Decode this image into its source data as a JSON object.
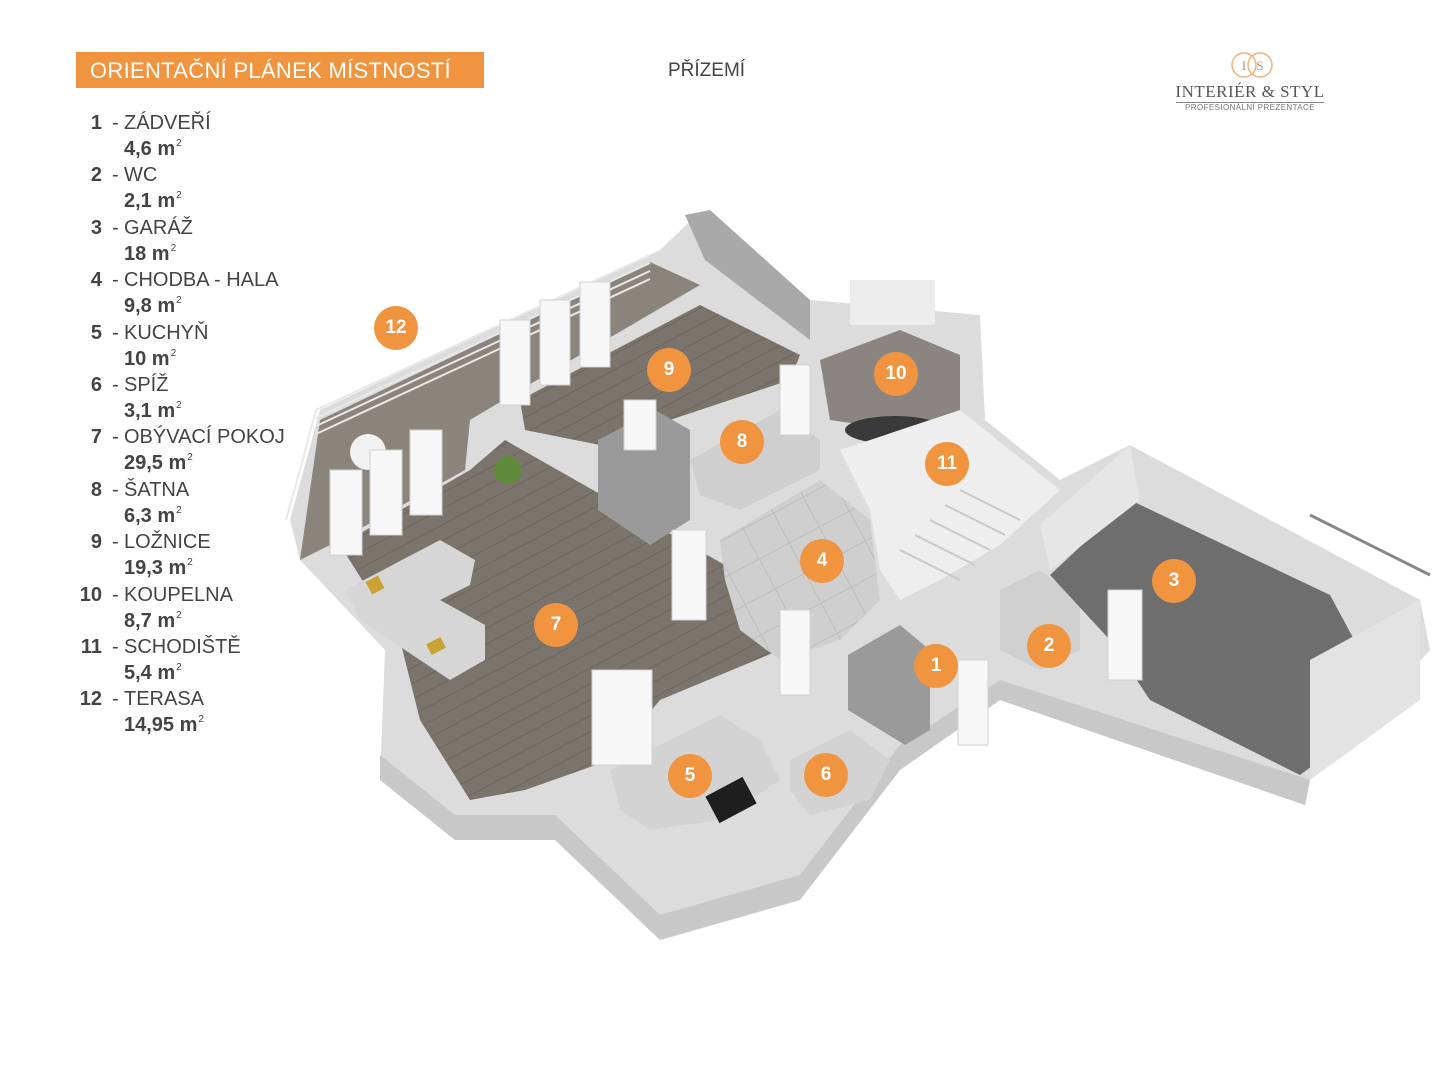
{
  "header": {
    "title": "ORIENTAČNÍ PLÁNEK MÍSTNOSTÍ",
    "floor": "PŘÍZEMÍ"
  },
  "logo": {
    "monogram_left": "I",
    "monogram_right": "S",
    "brand": "INTERIÉR & STYL",
    "tagline": "PROFESIONÁLNÍ PREZENTACE"
  },
  "colors": {
    "accent": "#f09440",
    "text": "#444444"
  },
  "rooms": [
    {
      "num": "1",
      "name": "ZÁDVEŘÍ",
      "area": "4,6 m",
      "unit_exp": "2"
    },
    {
      "num": "2",
      "name": "WC",
      "area": "2,1 m",
      "unit_exp": "2"
    },
    {
      "num": "3",
      "name": "GARÁŽ",
      "area": "18 m",
      "unit_exp": "2"
    },
    {
      "num": "4",
      "name": "CHODBA - HALA",
      "area": "9,8 m",
      "unit_exp": "2"
    },
    {
      "num": "5",
      "name": "KUCHYŇ",
      "area": "10 m",
      "unit_exp": "2"
    },
    {
      "num": "6",
      "name": "SPÍŽ",
      "area": "3,1 m",
      "unit_exp": "2"
    },
    {
      "num": "7",
      "name": "OBÝVACÍ POKOJ",
      "area": "29,5 m",
      "unit_exp": "2"
    },
    {
      "num": "8",
      "name": "ŠATNA",
      "area": "6,3 m",
      "unit_exp": "2"
    },
    {
      "num": "9",
      "name": "LOŽNICE",
      "area": "19,3 m",
      "unit_exp": "2"
    },
    {
      "num": "10",
      "name": "KOUPELNA",
      "area": "8,7 m",
      "unit_exp": "2"
    },
    {
      "num": "11",
      "name": "SCHODIŠTĚ",
      "area": "5,4 m",
      "unit_exp": "2"
    },
    {
      "num": "12",
      "name": "TERASA",
      "area": "14,95 m",
      "unit_exp": "2"
    }
  ],
  "markers": [
    "1",
    "2",
    "3",
    "4",
    "5",
    "6",
    "7",
    "8",
    "9",
    "10",
    "11",
    "12"
  ]
}
